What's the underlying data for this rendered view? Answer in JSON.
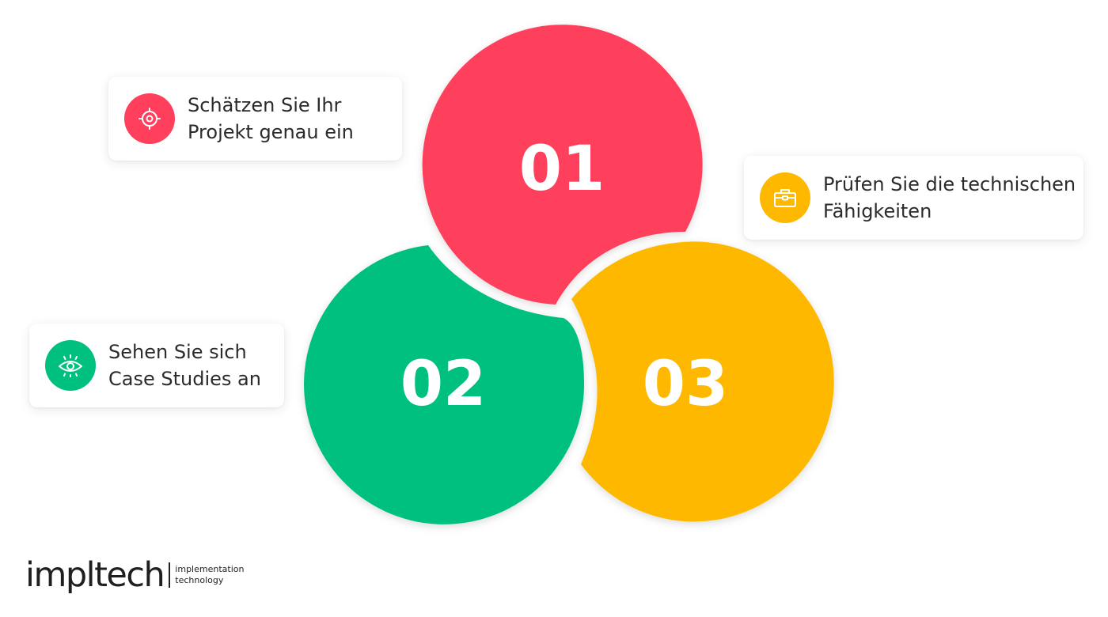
{
  "steps": [
    {
      "number": "01",
      "label": "Schätzen Sie Ihr Projekt genau ein",
      "icon": "target-icon",
      "color": "#FF3F5C"
    },
    {
      "number": "02",
      "label": "Sehen Sie sich Case Studies an",
      "icon": "eye-icon",
      "color": "#00C07F"
    },
    {
      "number": "03",
      "label": "Prüfen Sie die technischen Fähigkeiten",
      "icon": "briefcase-icon",
      "color": "#FFB800"
    }
  ],
  "logo": {
    "wordmark": "impltech",
    "line1": "implementation",
    "line2": "technology"
  }
}
